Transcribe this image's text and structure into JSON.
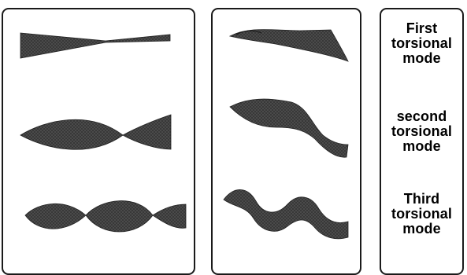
{
  "colors": {
    "mesh": "#4a4a4a",
    "mesh_line": "#2a2a2a",
    "border": "#1a1a1a"
  },
  "modes": [
    {
      "id": "first",
      "lines": [
        "First",
        "torsional",
        "mode"
      ]
    },
    {
      "id": "second",
      "lines": [
        "second",
        "torsional",
        "mode"
      ]
    },
    {
      "id": "third",
      "lines": [
        "Third",
        "torsional",
        "mode"
      ]
    }
  ]
}
